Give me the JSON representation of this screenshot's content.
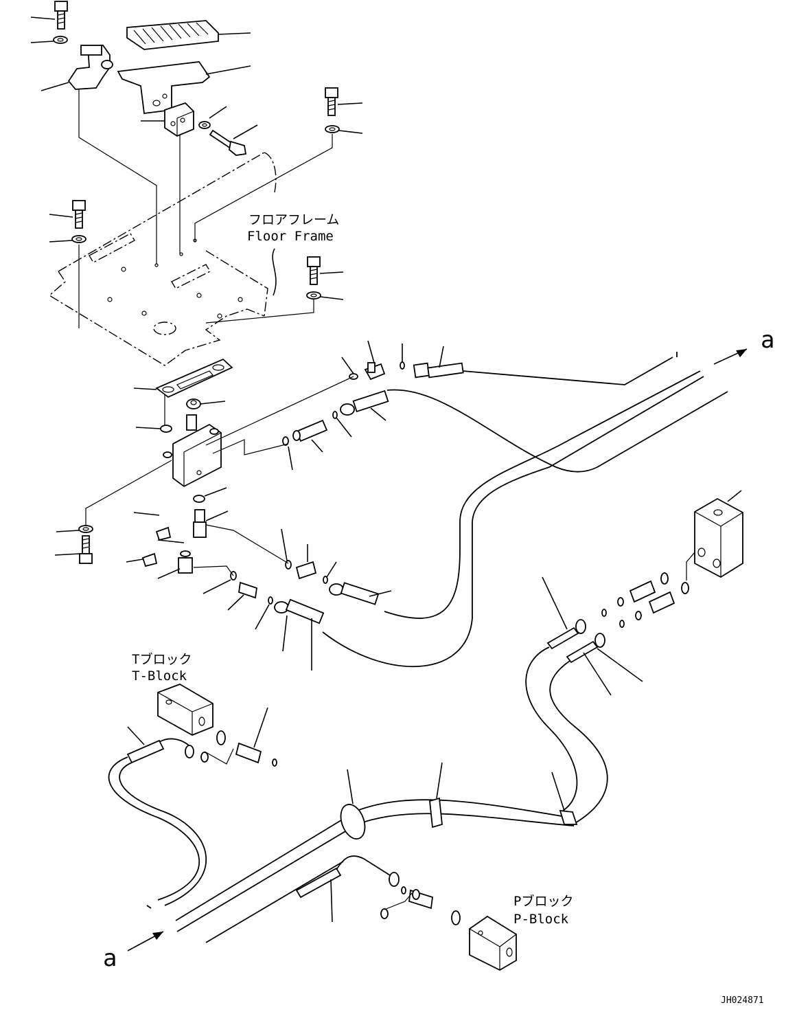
{
  "labels": {
    "floor_frame_jp": "フロアフレーム",
    "floor_frame_en": "Floor Frame",
    "t_block_jp": "Tブロック",
    "t_block_en": "T-Block",
    "p_block_jp": "Pブロック",
    "p_block_en": "P-Block",
    "connector_top": "a",
    "connector_bottom": "a",
    "drawing_number": "JH024871"
  }
}
